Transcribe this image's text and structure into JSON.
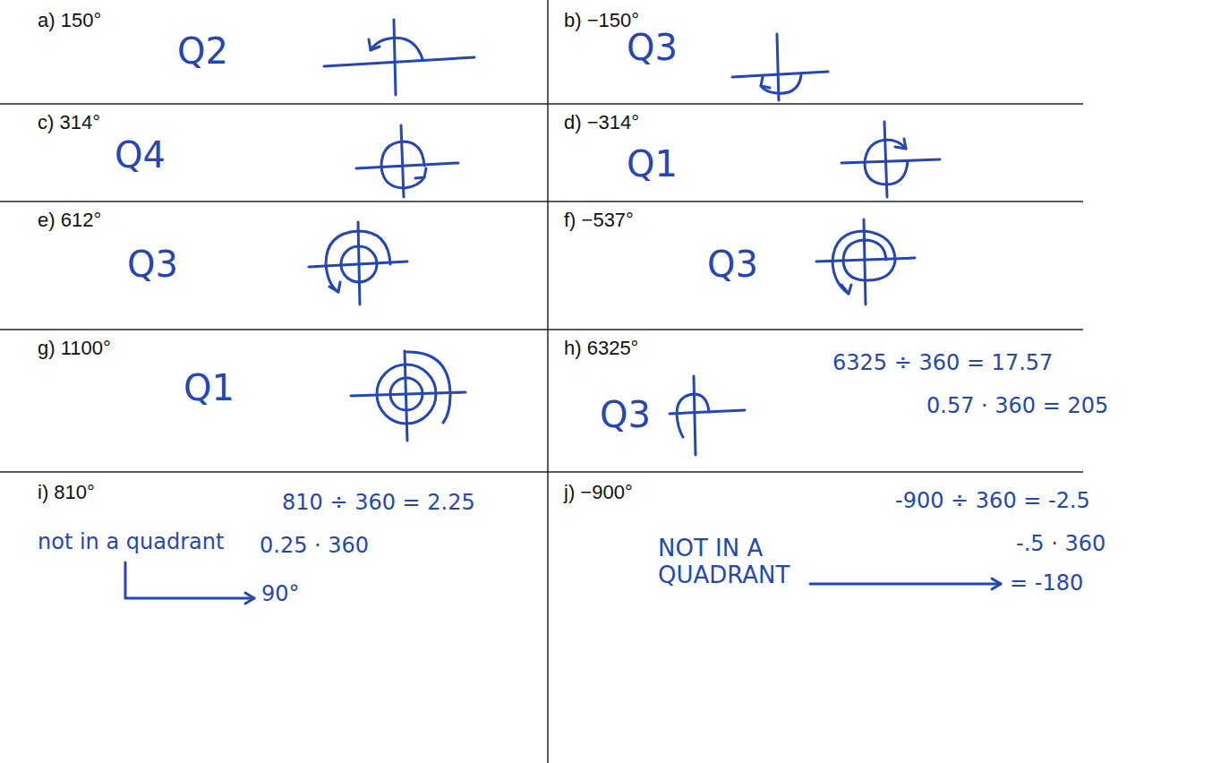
{
  "diagram": {
    "labels": [
      "a) 150°",
      "Q2",
      "b) −150°",
      "Q3",
      "c) 314°",
      "Q4",
      "d) −314°",
      "Q1",
      "e) 612°",
      "Q3",
      "f) −537°",
      "Q3",
      "g) 1100°",
      "Q1",
      "h) 6325°",
      "Q3",
      "6325 ÷ 360 = 17.57",
      "0.57 · 360 = 205",
      "i) 810°",
      "810 ÷ 360 = 2.25",
      "not in a quadrant",
      "0.25 · 360",
      "90°",
      "j) −900°",
      "-900 ÷ 360 = -2.5",
      "NOT IN A QUADRANT",
      "-.5 · 360",
      "= -180"
    ]
  }
}
